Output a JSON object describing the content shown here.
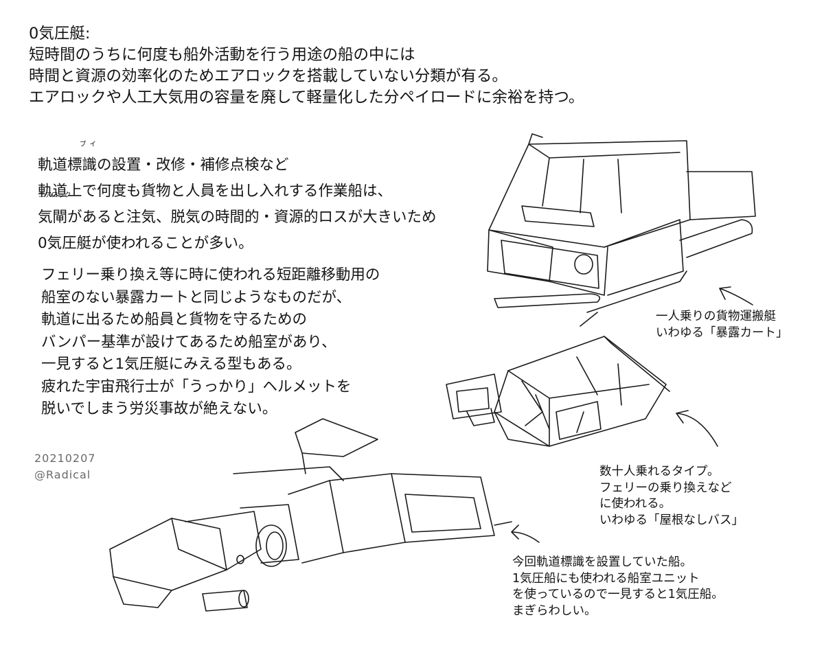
{
  "intro": {
    "title": "0気圧艇:",
    "lines": [
      "短時間のうちに何度も船外活動を行う用途の船の中には",
      "時間と資源の効率化のためエアロックを搭載していない分類が有る。",
      "エアロックや人工大気用の容量を廃して軽量化した分ペイロードに余裕を持つ。"
    ]
  },
  "para1": {
    "lines": [
      "軌道標識の設置・改修・補修点検など",
      "軌道上で何度も貨物と人員を出し入れする作業船は、",
      "気閘があると注気、脱気の時間的・資源的ロスが大きいため",
      "0気圧艇が使われることが多い。"
    ],
    "ruby_buoy": "ブイ",
    "ruby_airlock": "エアロック"
  },
  "para2": {
    "lines": [
      "フェリー乗り換え等に時に使われる短距離移動用の",
      "船室のない暴露カートと同じようなものだが、",
      "軌道に出るため船員と貨物を守るための",
      "バンパー基準が設けてあるため船室があり、",
      "一見すると1気圧艇にみえる型もある。",
      "疲れた宇宙飛行士が「うっかり」ヘルメットを",
      "脱いでしまう労災事故が絶えない。"
    ]
  },
  "captions": {
    "cart": [
      "一人乗りの貨物運搬艇",
      "いわゆる「暴露カート」"
    ],
    "bus": [
      "数十人乗れるタイプ。",
      "フェリーの乗り換えなど",
      "に使われる。",
      "いわゆる「屋根なしバス」"
    ],
    "ship": [
      "今回軌道標識を設置していた船。",
      "1気圧船にも使われる船室ユニット",
      "を使っているので一見すると1気圧船。",
      "まぎらわしい。"
    ]
  },
  "signature": {
    "date": "20210207",
    "handle": "@Radical"
  }
}
